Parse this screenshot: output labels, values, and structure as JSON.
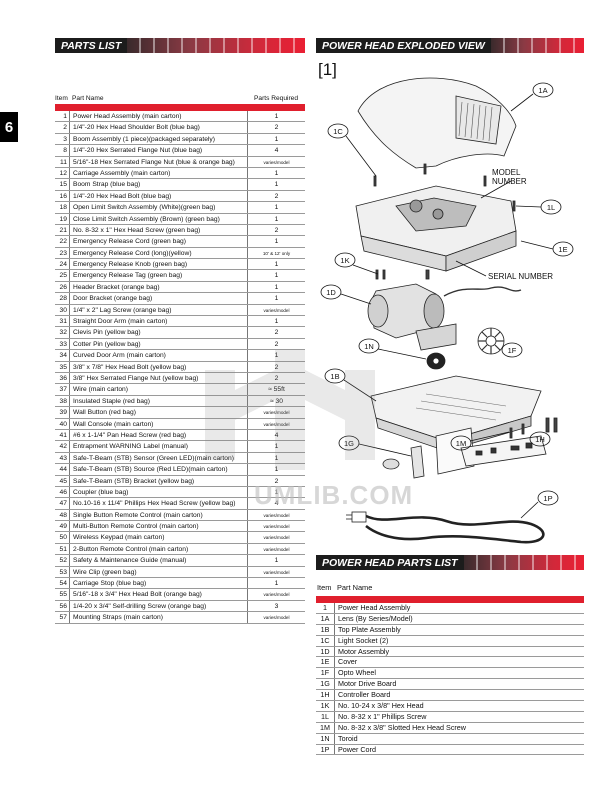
{
  "page_number": "6",
  "parts_list": {
    "title": "PARTS LIST",
    "col_item": "Item",
    "col_name": "Part Name",
    "col_qty": "Parts Required",
    "rows": [
      {
        "item": "1",
        "name": "Power Head Assembly (main carton)",
        "qty": "1"
      },
      {
        "item": "2",
        "name": "1/4\"-20 Hex Head Shoulder Bolt (blue bag)",
        "qty": "2"
      },
      {
        "item": "3",
        "name": "Boom Assembly (1 piece)(packaged separately)",
        "qty": "1"
      },
      {
        "item": "8",
        "name": "1/4\"-20 Hex Serrated Flange Nut (blue bag)",
        "qty": "4"
      },
      {
        "item": "11",
        "name": "5/16\"-18 Hex Serrated Flange Nut (blue & orange bag)",
        "qty": "varies/model",
        "small": true
      },
      {
        "item": "12",
        "name": "Carriage Assembly (main carton)",
        "qty": "1"
      },
      {
        "item": "15",
        "name": "Boom Strap (blue bag)",
        "qty": "1"
      },
      {
        "item": "16",
        "name": "1/4\"-20 Hex Head Bolt (blue bag)",
        "qty": "2"
      },
      {
        "item": "18",
        "name": "Open Limit Switch Assembly (White)(green bag)",
        "qty": "1"
      },
      {
        "item": "19",
        "name": "Close Limit Switch Assembly (Brown) (green bag)",
        "qty": "1"
      },
      {
        "item": "21",
        "name": "No. 8-32 x 1\" Hex Head Screw (green bag)",
        "qty": "2"
      },
      {
        "item": "22",
        "name": "Emergency Release Cord (green bag)",
        "qty": "1"
      },
      {
        "item": "23",
        "name": "Emergency Release Cord (long)(yellow)",
        "qty": "10' & 12' only",
        "small": true
      },
      {
        "item": "24",
        "name": "Emergency Release Knob (green bag)",
        "qty": "1"
      },
      {
        "item": "25",
        "name": "Emergency Release Tag (green bag)",
        "qty": "1"
      },
      {
        "item": "26",
        "name": "Header Bracket (orange bag)",
        "qty": "1"
      },
      {
        "item": "28",
        "name": "Door Bracket (orange bag)",
        "qty": "1"
      },
      {
        "item": "30",
        "name": "1/4\" x 2\" Lag Screw (orange bag)",
        "qty": "varies/model"
      },
      {
        "item": "31",
        "name": "Straight Door Arm (main carton)",
        "qty": "1"
      },
      {
        "item": "32",
        "name": "Clevis Pin (yellow bag)",
        "qty": "2"
      },
      {
        "item": "33",
        "name": "Cotter Pin (yellow bag)",
        "qty": "2"
      },
      {
        "item": "34",
        "name": "Curved Door Arm (main carton)",
        "qty": "1"
      },
      {
        "item": "35",
        "name": "3/8\" x 7/8\" Hex Head Bolt (yellow bag)",
        "qty": "2"
      },
      {
        "item": "36",
        "name": "3/8\" Hex Serrated Flange Nut (yellow bag)",
        "qty": "2"
      },
      {
        "item": "37",
        "name": "Wire (main carton)",
        "qty": "≈ 55ft"
      },
      {
        "item": "38",
        "name": "Insulated Staple (red bag)",
        "qty": "≈ 30"
      },
      {
        "item": "39",
        "name": "Wall Button (red bag)",
        "qty": "varies/model"
      },
      {
        "item": "40",
        "name": "Wall Console (main carton)",
        "qty": "varies/model"
      },
      {
        "item": "41",
        "name": "#6 x 1-1/4\" Pan Head Screw (red bag)",
        "qty": "4"
      },
      {
        "item": "42",
        "name": "Entrapment WARNING Label (manual)",
        "qty": "1"
      },
      {
        "item": "43",
        "name": "Safe-T-Beam (STB) Sensor (Green LED)(main carton)",
        "qty": "1"
      },
      {
        "item": "44",
        "name": "Safe-T-Beam (STB) Source (Red LED)(main carton)",
        "qty": "1"
      },
      {
        "item": "45",
        "name": "Safe-T-Beam (STB) Bracket (yellow bag)",
        "qty": "2"
      },
      {
        "item": "46",
        "name": "Coupler (blue bag)",
        "qty": "1"
      },
      {
        "item": "47",
        "name": "No.10-16 x 11/4\" Phillips Hex Head Screw (yellow bag)",
        "qty": "4"
      },
      {
        "item": "48",
        "name": "Single Button Remote Control (main carton)",
        "qty": "varies/model"
      },
      {
        "item": "49",
        "name": "Multi-Button Remote Control (main carton)",
        "qty": "varies/model"
      },
      {
        "item": "50",
        "name": "Wireless Keypad (main carton)",
        "qty": "varies/model"
      },
      {
        "item": "51",
        "name": "2-Button Remote Control (main carton)",
        "qty": "varies/model"
      },
      {
        "item": "52",
        "name": "Safety & Maintenance Guide (manual)",
        "qty": "1"
      },
      {
        "item": "53",
        "name": "Wire Clip (green bag)",
        "qty": "varies/model"
      },
      {
        "item": "54",
        "name": "Carriage Stop (blue bag)",
        "qty": "1"
      },
      {
        "item": "55",
        "name": "5/16\"-18 x 3/4\" Hex Head Bolt (orange bag)",
        "qty": "varies/model"
      },
      {
        "item": "56",
        "name": "1/4-20 x 3/4\" Self-drilling Screw (orange bag)",
        "qty": "3"
      },
      {
        "item": "57",
        "name": "Mounting Straps (main carton)",
        "qty": "varies/model"
      }
    ]
  },
  "exploded_view": {
    "title": "POWER HEAD EXPLODED VIEW",
    "figure_label": "[1]",
    "model_number_label": "MODEL NUMBER",
    "serial_number_label": "SERIAL NUMBER",
    "callouts": [
      "1A",
      "1C",
      "1L",
      "1E",
      "1K",
      "1D",
      "1F",
      "1N",
      "1B",
      "1G",
      "1M",
      "1H",
      "1P"
    ]
  },
  "power_head_parts_list": {
    "title": "POWER HEAD PARTS LIST",
    "col_item": "Item",
    "col_name": "Part Name",
    "rows": [
      {
        "item": "1",
        "name": "Power Head Assembly"
      },
      {
        "item": "1A",
        "name": "Lens (By Series/Model)"
      },
      {
        "item": "1B",
        "name": "Top Plate Assembly"
      },
      {
        "item": "1C",
        "name": "Light Socket (2)"
      },
      {
        "item": "1D",
        "name": "Motor Assembly"
      },
      {
        "item": "1E",
        "name": "Cover"
      },
      {
        "item": "1F",
        "name": "Opto Wheel"
      },
      {
        "item": "1G",
        "name": "Motor Drive Board"
      },
      {
        "item": "1H",
        "name": "Controller Board"
      },
      {
        "item": "1K",
        "name": "No. 10-24 x 3/8\" Hex Head"
      },
      {
        "item": "1L",
        "name": "No. 8-32 x 1\" Phillips Screw"
      },
      {
        "item": "1M",
        "name": "No. 8-32 x 3/8\" Slotted Hex Head Screw"
      },
      {
        "item": "1N",
        "name": "Toroid"
      },
      {
        "item": "1P",
        "name": "Power Cord"
      }
    ]
  },
  "watermark_text": "UMLIB.COM",
  "colors": {
    "accent_red": "#e01f2d",
    "header_dark": "#1c1c1c"
  }
}
